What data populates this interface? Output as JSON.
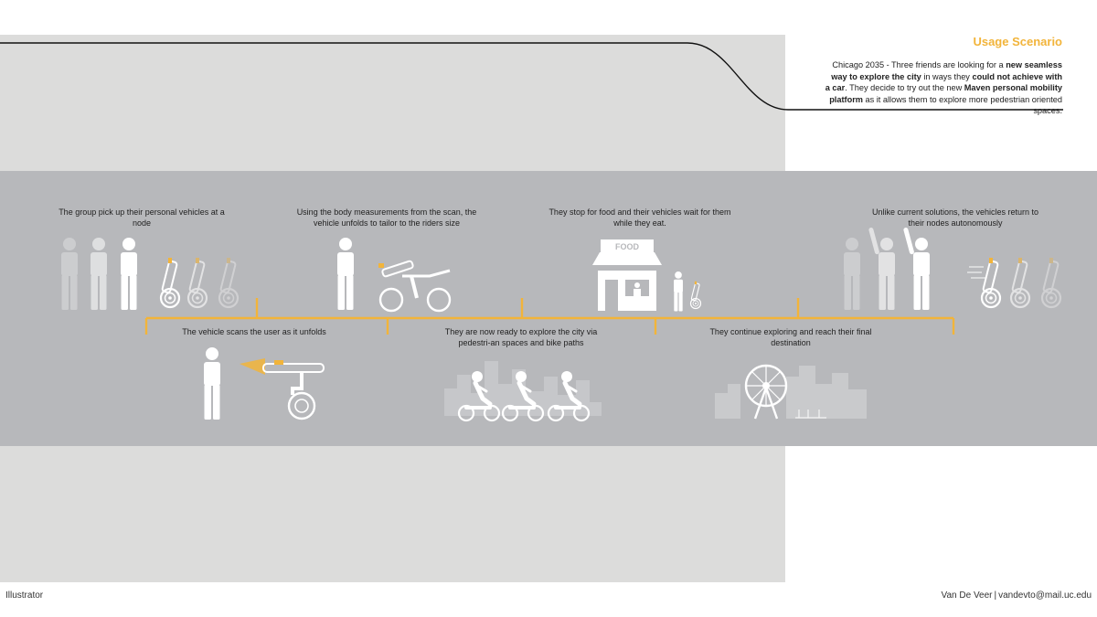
{
  "header": {
    "title": "Usage Scenario",
    "intro": [
      {
        "text": "Chicago 2035 - Three friends are looking for a ",
        "bold": false
      },
      {
        "text": "new seamless way to explore the city",
        "bold": true
      },
      {
        "text": " in ways they ",
        "bold": false
      },
      {
        "text": "could not achieve with a car",
        "bold": true
      },
      {
        "text": ". They decide to try out the new ",
        "bold": false
      },
      {
        "text": "Maven personal mobility platform",
        "bold": true
      },
      {
        "text": " as it allows them to explore more pedestrian oriented spaces.",
        "bold": false
      }
    ]
  },
  "captions": {
    "step1": "The group pick up their personal vehicles at a node",
    "step2": "The vehicle scans the user as it unfolds",
    "step3": "Using the body measurements from the scan, the vehicle unfolds to tailor to the riders size",
    "step4": "They are now ready to explore the city via pedestri-an spaces and bike paths",
    "step5": "They stop for food and their vehicles wait for them while they eat.",
    "step6": "They continue exploring and reach their final destination",
    "step7": "Unlike current solutions, the vehicles return to their nodes autonomously"
  },
  "signs": {
    "food": "FOOD"
  },
  "footer": {
    "left": "Illustrator",
    "author": "Van De Veer",
    "email": "vandevto@mail.uc.edu"
  },
  "colors": {
    "accent": "#f2b43a",
    "panel": "#dcdcdb",
    "band": "#b7b8bb",
    "figure": "#ffffff"
  }
}
